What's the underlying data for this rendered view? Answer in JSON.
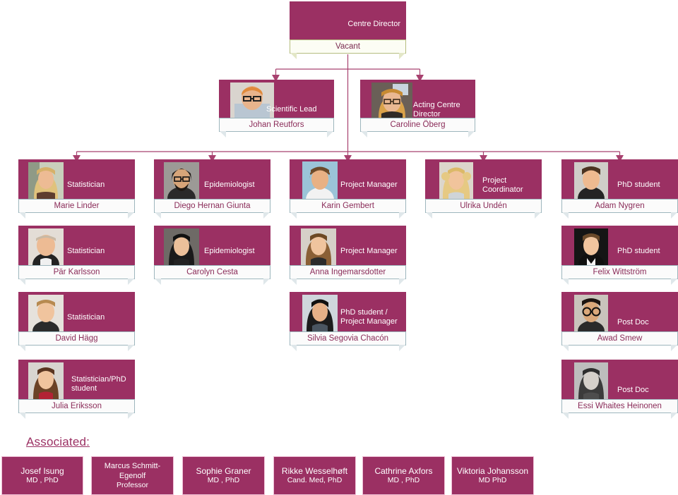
{
  "chart": {
    "title_associated": "Associated:",
    "colors": {
      "box": "#9B3063",
      "namebar_bg": "#fbfbfb",
      "namebar_border": "#9db6bd",
      "namebar_text": "#8a2b58",
      "root_namebar_bg": "#fcfdf4",
      "root_namebar_border": "#b5bd7f",
      "connector": "#a8416f",
      "assoc_border": "#f0c0d6",
      "assoc_text": "#ffffff"
    }
  },
  "nodes": {
    "root": {
      "role": "Centre Director",
      "name": "Vacant",
      "photo": "none"
    },
    "level2": [
      {
        "role": "Scientific Lead",
        "name": "Johan Reutfors",
        "photo": "portrait-man-glasses-bald"
      },
      {
        "role": "Acting Centre Director",
        "name": "Caroline Öberg",
        "photo": "portrait-woman-glasses-blond"
      }
    ],
    "columns": [
      {
        "column_name": "statisticians",
        "members": [
          {
            "role": "Statistician",
            "name": "Marie Linder",
            "photo": "portrait-woman-long-blond"
          },
          {
            "role": "Statistician",
            "name": "Pär Karlsson",
            "photo": "portrait-man-older"
          },
          {
            "role": "Statistician",
            "name": "David Hägg",
            "photo": "portrait-man-short-hair"
          },
          {
            "role": "Statistician/PhD student",
            "name": "Julia Eriksson",
            "photo": "portrait-woman-brown-hair-red"
          }
        ]
      },
      {
        "column_name": "epidemiologists",
        "members": [
          {
            "role": "Epidemiologist",
            "name": "Diego Hernan Giunta",
            "photo": "portrait-man-beard-glasses"
          },
          {
            "role": "Epidemiologist",
            "name": "Carolyn Cesta",
            "photo": "portrait-woman-dark-bob"
          }
        ]
      },
      {
        "column_name": "project-managers",
        "members": [
          {
            "role": "Project Manager",
            "name": "Karin Gembert",
            "photo": "portrait-woman-short-brown"
          },
          {
            "role": "Project Manager",
            "name": "Anna Ingemarsdotter",
            "photo": "portrait-woman-long-brown"
          },
          {
            "role": "PhD student / Project Manager",
            "name": "Silvia Segovia Chacón",
            "photo": "portrait-woman-dark-bob2"
          }
        ]
      },
      {
        "column_name": "project-coordinator",
        "members": [
          {
            "role": "Project Coordinator",
            "name": "Ulrika Undén",
            "photo": "portrait-woman-curly-blond"
          }
        ]
      },
      {
        "column_name": "phd-students-postdocs",
        "members": [
          {
            "role": "PhD student",
            "name": "Adam Nygren",
            "photo": "portrait-man-dark-hair"
          },
          {
            "role": "PhD student",
            "name": "Felix Wittström",
            "photo": "portrait-man-suit"
          },
          {
            "role": "Post Doc",
            "name": "Awad Smew",
            "photo": "portrait-man-round-glasses"
          },
          {
            "role": "Post Doc",
            "name": "Essi Whaites Heinonen",
            "photo": "portrait-woman-grey"
          }
        ]
      }
    ]
  },
  "associated": [
    {
      "name": "Josef Isung",
      "degree": "MD , PhD"
    },
    {
      "name": "Marcus Schmitt-Egenolf",
      "degree": "Professor"
    },
    {
      "name": "Sophie Graner",
      "degree": "MD , PhD"
    },
    {
      "name": "Rikke Wesselhøft",
      "degree": "Cand. Med, PhD"
    },
    {
      "name": "Cathrine Axfors",
      "degree": "MD , PhD"
    },
    {
      "name": "Viktoria Johansson",
      "degree": "MD PhD"
    }
  ]
}
